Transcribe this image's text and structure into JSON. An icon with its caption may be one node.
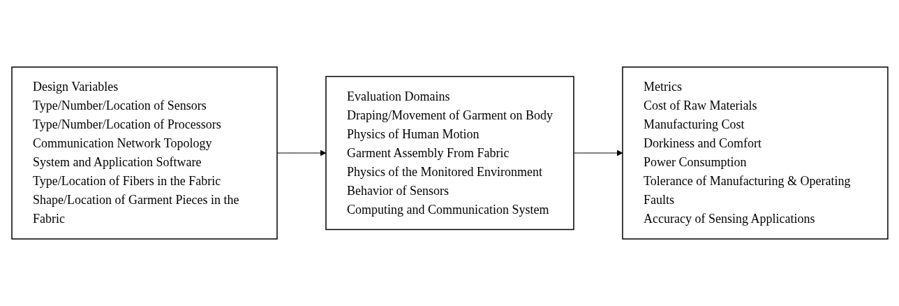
{
  "diagram": {
    "nodes": [
      {
        "text": [
          "Design Variables",
          "Type/Number/Location of Sensors",
          "Type/Number/Location of Processors",
          "Communication Network Topology",
          "System and Application Software",
          "Type/Location of Fibers in the Fabric",
          "Shape/Location of Garment Pieces in the Fabric"
        ]
      },
      {
        "text": [
          "Evaluation Domains",
          "Draping/Movement of Garment on Body",
          "Physics of Human Motion",
          "Garment Assembly From Fabric",
          "Physics of the Monitored Environment",
          "Behavior of Sensors",
          "Computing and Communication System"
        ]
      },
      {
        "text": [
          "Metrics",
          "Cost of Raw Materials",
          "Manufacturing Cost",
          "Dorkiness and Comfort",
          "Power Consumption",
          "Tolerance of Manufacturing & Operating Faults",
          "Accuracy of Sensing Applications"
        ]
      }
    ],
    "edges": [
      {
        "from": 0,
        "to": 1,
        "arrow": "to"
      },
      {
        "from": 1,
        "to": 2,
        "arrow": "to"
      }
    ]
  }
}
